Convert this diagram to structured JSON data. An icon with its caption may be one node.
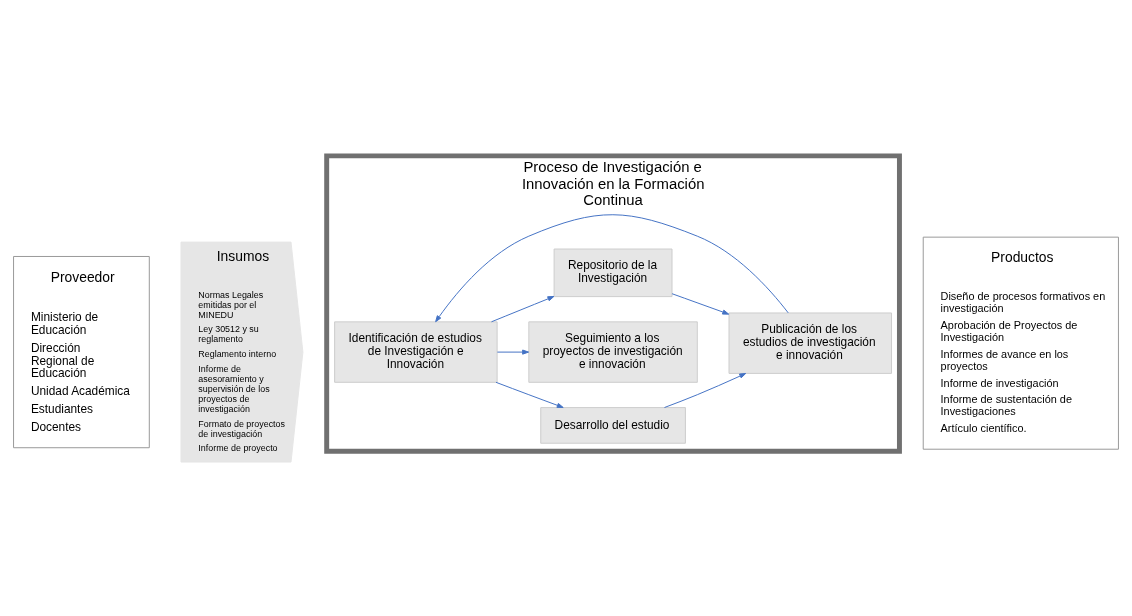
{
  "diagram": {
    "nodes": [
      {
        "text": [
          "Proveedor",
          "Ministerio de Educación",
          "Dirección Regional de Educación",
          "Unidad Académica",
          "Estudiantes",
          "Docentes"
        ]
      },
      {
        "text": [
          "Insumos",
          "Normas Legales emitidas por el MINEDU",
          "Ley 30512 y su reglamento",
          "Reglamento interno",
          "Informe de asesoramiento y supervisión de los proyectos de investigación",
          "Formato de proyectos de investigación",
          "Informe de proyecto"
        ]
      },
      {
        "text": [
          "Proceso de Investigación e Innovación en la Formación Continua"
        ]
      },
      {
        "text": [
          "Identificación de estudios de Investigación e Innovación"
        ],
        "in": 2
      },
      {
        "text": [
          "Desarrollo del estudio"
        ],
        "in": 2
      },
      {
        "text": [
          "Seguimiento a los proyectos de investigación e innovación"
        ],
        "in": 2
      },
      {
        "text": [
          "Repositorio de la Investigación"
        ],
        "in": 2
      },
      {
        "text": [
          "Publicación de los estudios de investigación e innovación"
        ],
        "in": 2
      },
      {
        "text": [
          "Productos",
          "Diseño de procesos formativos en investigación",
          "Aprobación de Proyectos de Investigación",
          "Informes de avance en los proyectos",
          "Informe de investigación",
          "Informe de sustentación de Investigaciones",
          "Artículo científico."
        ]
      }
    ],
    "edges": [
      {
        "from": 3,
        "to": 4,
        "arrow": "to"
      },
      {
        "from": 3,
        "to": 5,
        "arrow": "to"
      },
      {
        "from": 3,
        "to": 6,
        "arrow": "to"
      },
      {
        "from": 6,
        "to": 7,
        "arrow": "to"
      },
      {
        "from": 4,
        "to": 7,
        "arrow": "to"
      },
      {
        "from": 7,
        "to": 3,
        "arrow": "to"
      }
    ]
  }
}
